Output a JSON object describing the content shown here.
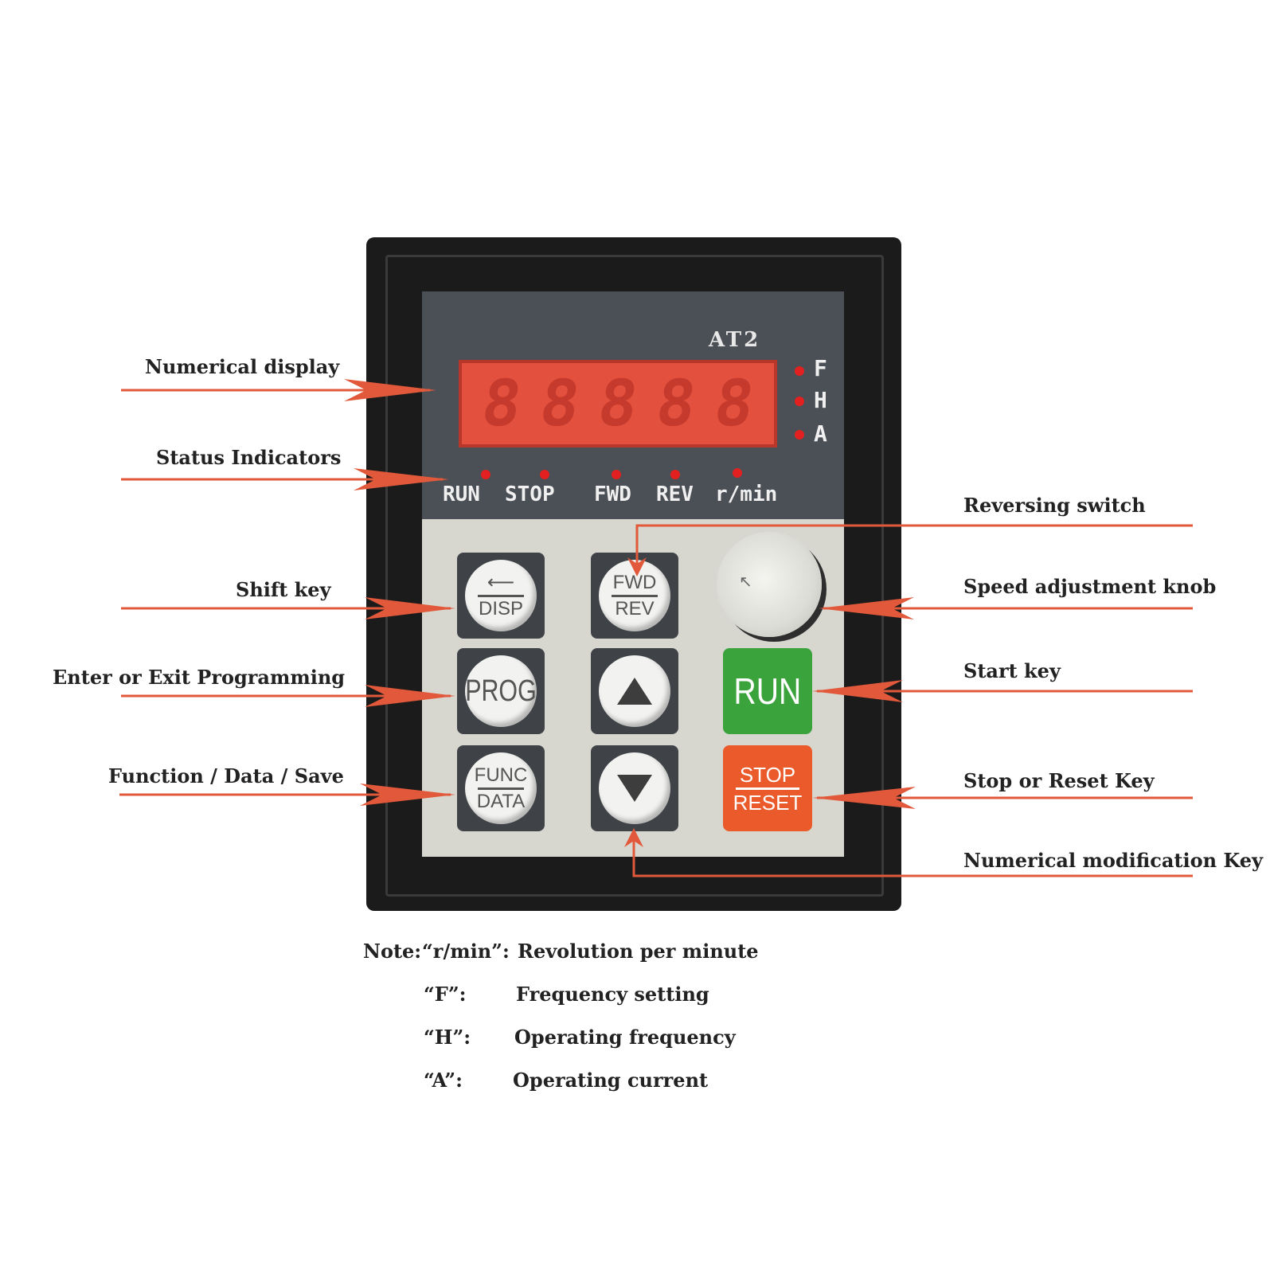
{
  "callouts": {
    "numerical_display": "Numerical display",
    "status_indicators": "Status Indicators",
    "shift_key": "Shift key",
    "enter_exit_programming": "Enter or Exit Programming",
    "function_data_save": "Function / Data / Save",
    "reversing_switch": "Reversing  switch",
    "speed_adjustment_knob": "Speed adjustment knob",
    "start_key": "Start key",
    "stop_reset_key": "Stop or Reset Key",
    "numerical_modification_key": "Numerical modification Key"
  },
  "device": {
    "brand": "AT2",
    "display_digits": [
      "8",
      "8",
      "8",
      "8",
      "8"
    ],
    "unit_indicators": [
      "F",
      "H",
      "A"
    ],
    "status_indicators": [
      "RUN",
      "STOP",
      "FWD",
      "REV",
      "r/min"
    ],
    "keys": {
      "disp": "DISP",
      "fwd": "FWD",
      "rev": "REV",
      "prog": "PROG",
      "func": "FUNC",
      "data": "DATA",
      "run": "RUN",
      "stop": "STOP",
      "reset": "RESET"
    }
  },
  "notes": {
    "prefix": "Note:",
    "items": [
      {
        "key": "“r/min”:",
        "desc": "Revolution per minute"
      },
      {
        "key": "“F”:",
        "desc": "Frequency setting"
      },
      {
        "key": "“H”:",
        "desc": "Operating frequency"
      },
      {
        "key": "“A”:",
        "desc": "Operating current"
      }
    ]
  },
  "colors": {
    "arrow": "#e2583a",
    "display": "#e3503e",
    "run_key": "#3aa33c",
    "stop_key": "#ea5a2a",
    "led": "#e32020"
  }
}
